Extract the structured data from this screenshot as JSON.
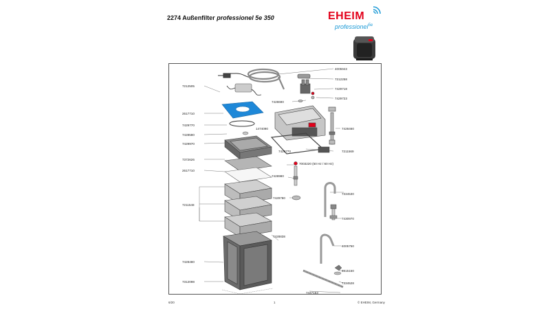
{
  "header": {
    "title_number": "2274 Außenfilter",
    "title_italic": "professionel 5e 350",
    "brand": "EHEIM",
    "brand_sub": "professionel",
    "brand_sup": "5e"
  },
  "parts": {
    "p4005943": "4005943",
    "p7212505": "7212505",
    "p7212258": "7212258",
    "p7429718": "7429718",
    "p7429723": "7429723",
    "p7428690": "7428690",
    "p2617710a": "2617710",
    "p7429770a": "7429770",
    "p7428580": "7428580",
    "p7429970": "7429970",
    "p1474090": "1474090",
    "p7428460": "7428460",
    "p7429770b": "7429770",
    "p7211569": "7211569",
    "p7372626": "7372626",
    "p7003220": "7003220 (50 Hz / 60 Hz)",
    "p2617710b": "2617710",
    "p7428980": "7428980",
    "p7334530": "7334530",
    "p7211548": "7211548",
    "p7429780": "7429780",
    "p7430970": "7430970",
    "p7428838": "7428838",
    "p4005750": "4005750",
    "p7428480": "7428480",
    "p4815150": "4815150",
    "p7312098": "7312098",
    "p7334528": "7334528",
    "p7447153": "7447153"
  },
  "footer": {
    "code": "6/20",
    "page": "1",
    "copyright": "© EHEIM, Germany"
  },
  "colors": {
    "brand_red": "#e2001a",
    "brand_blue": "#1d9ad6",
    "foam_blue": "#1e88d8",
    "housing_gray": "#6a6a6a"
  }
}
